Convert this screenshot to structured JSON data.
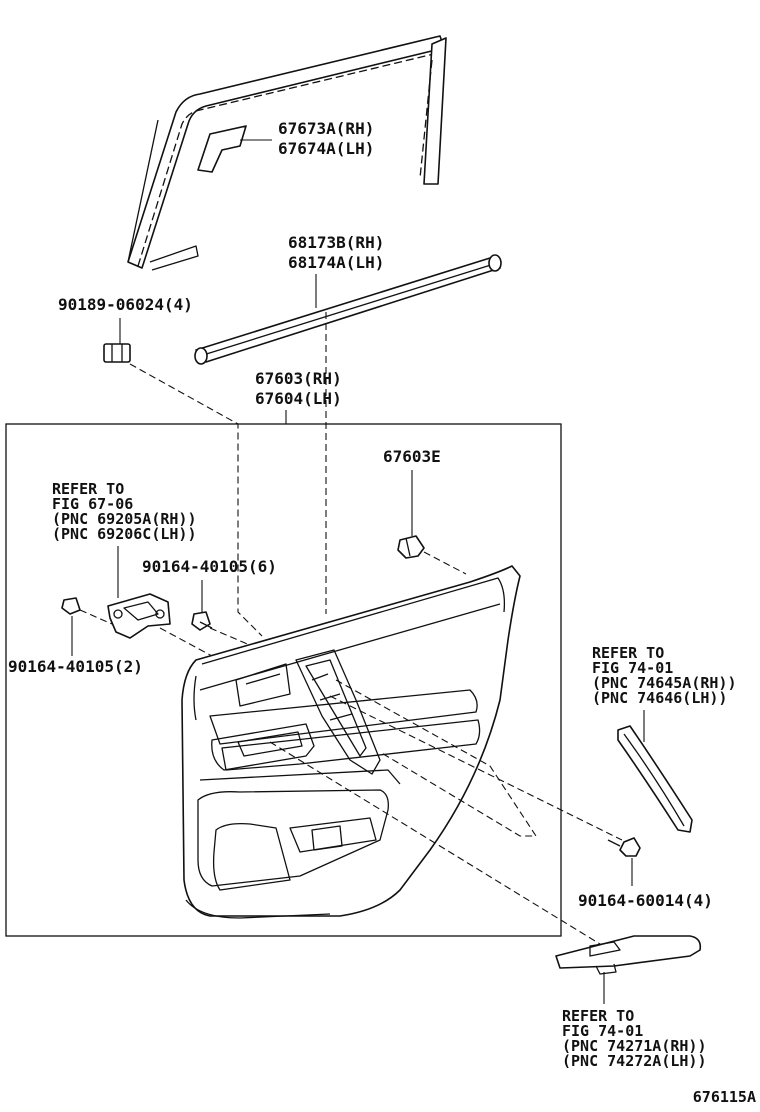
{
  "labels": {
    "p67673": [
      "67673A(RH)",
      "67674A(LH)"
    ],
    "p68173": [
      "68173B(RH)",
      "68174A(LH)"
    ],
    "p90189": "90189-06024(4)",
    "p67603": [
      "67603(RH)",
      "67604(LH)"
    ],
    "p67603e": "67603E",
    "refer_6706": [
      "REFER TO",
      "FIG 67-06",
      "(PNC 69205A(RH))",
      "(PNC 69206C(LH))"
    ],
    "p90164_6": "90164-40105(6)",
    "p90164_2": "90164-40105(2)",
    "refer_7401a": [
      "REFER TO",
      "FIG 74-01",
      "(PNC 74645A(RH))",
      "(PNC 74646(LH))"
    ],
    "p90164_60014": "90164-60014(4)",
    "refer_7401b": [
      "REFER TO",
      "FIG 74-01",
      "(PNC 74271A(RH))",
      "(PNC 74272A(LH))"
    ],
    "figure_code": "676115A"
  }
}
